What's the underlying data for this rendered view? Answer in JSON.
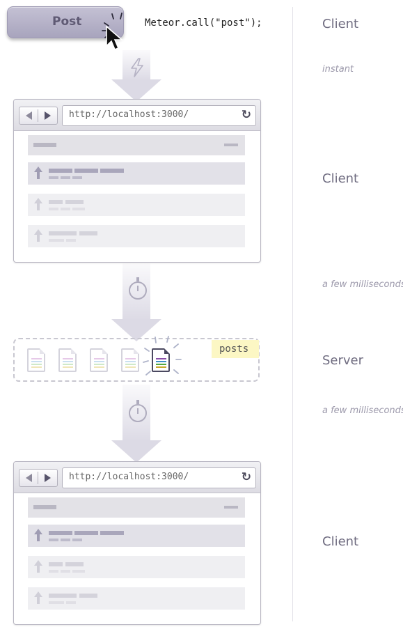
{
  "post_button": {
    "label": "Post"
  },
  "code_line": "Meteor.call(\"post\");",
  "stage_labels": {
    "client_1": "Client",
    "client_2": "Client",
    "server": "Server",
    "client_3": "Client"
  },
  "timings": {
    "t1": "instant",
    "t2": "a few milliseconds",
    "t3": "a few milliseconds"
  },
  "browser_1": {
    "url": "http://localhost:3000/"
  },
  "browser_2": {
    "url": "http://localhost:3000/"
  },
  "server_collection": {
    "label": "posts"
  },
  "icons": [
    "cursor-icon",
    "lightning-icon",
    "stopwatch-icon",
    "document-icon",
    "back-arrow-icon",
    "forward-arrow-icon",
    "reload-icon",
    "upvote-arrow-icon"
  ],
  "colors": {
    "button": "#b4b0c8",
    "accent": "#4b4960",
    "highlight": "#fcf7c4"
  }
}
